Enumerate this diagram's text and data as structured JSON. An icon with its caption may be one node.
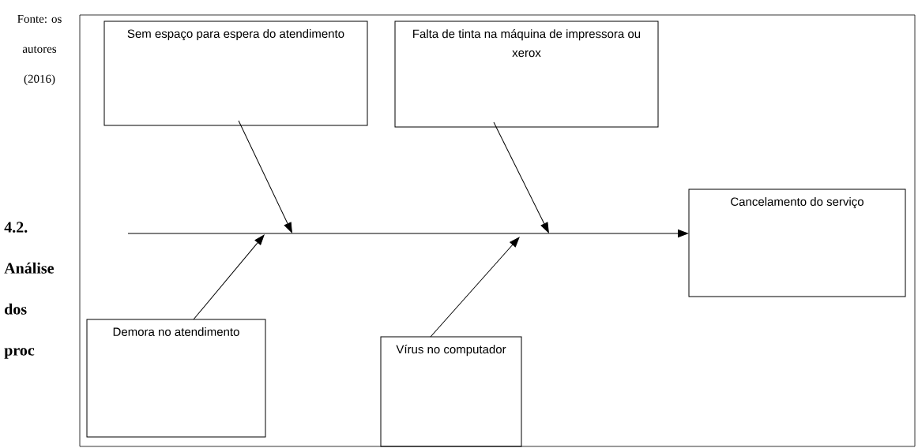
{
  "diagram": {
    "nodes": [
      {
        "text": [
          "Sem espaço para espera do atendimento"
        ]
      },
      {
        "text": [
          "Falta de tinta na máquina de impressora ou xerox"
        ]
      },
      {
        "text": [
          "Cancelamento do serviço"
        ]
      },
      {
        "text": [
          "Demora no atendimento"
        ]
      },
      {
        "text": [
          "Vírus no computador"
        ]
      }
    ],
    "edges": [
      {
        "from": null,
        "to": 2,
        "arrow": "to"
      },
      {
        "from": 0,
        "to": null,
        "arrow": "to"
      },
      {
        "from": 1,
        "to": null,
        "arrow": "to"
      },
      {
        "from": 3,
        "to": null,
        "arrow": "to"
      },
      {
        "from": 4,
        "to": null,
        "arrow": "to"
      }
    ],
    "labels": [
      "Fonte: os autores (2016)",
      "4.2. Análise dos proc"
    ]
  }
}
